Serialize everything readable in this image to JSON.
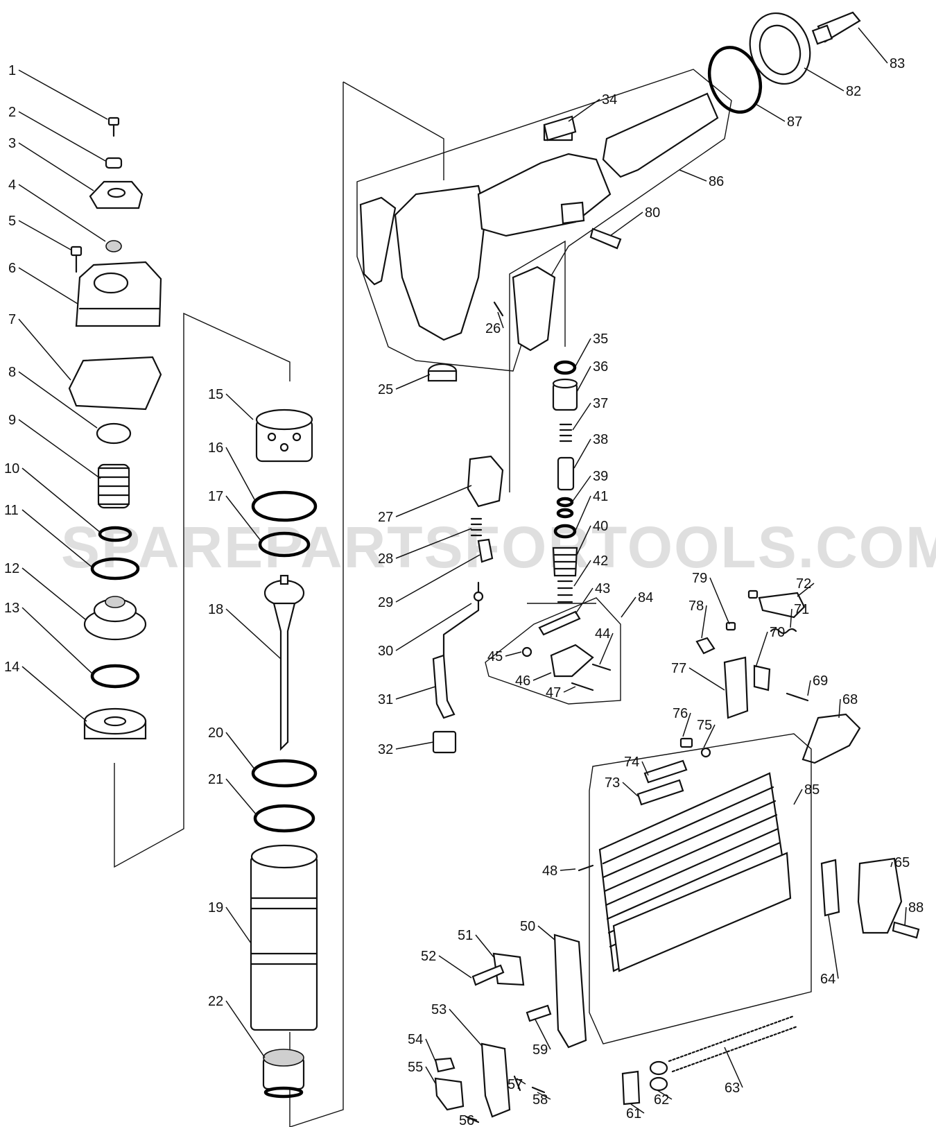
{
  "watermark": "SPAREPARTSFORTOOLS.COM.AU",
  "callouts": [
    "1",
    "2",
    "3",
    "4",
    "5",
    "6",
    "7",
    "8",
    "9",
    "10",
    "11",
    "12",
    "13",
    "14",
    "15",
    "16",
    "17",
    "18",
    "19",
    "20",
    "21",
    "22",
    "25",
    "26",
    "27",
    "28",
    "29",
    "30",
    "31",
    "32",
    "34",
    "35",
    "36",
    "37",
    "38",
    "39",
    "40",
    "41",
    "42",
    "43",
    "44",
    "45",
    "46",
    "47",
    "48",
    "50",
    "51",
    "52",
    "53",
    "54",
    "55",
    "56",
    "57",
    "58",
    "59",
    "61",
    "62",
    "63",
    "64",
    "65",
    "68",
    "69",
    "70",
    "71",
    "72",
    "73",
    "74",
    "75",
    "76",
    "77",
    "78",
    "79",
    "80",
    "82",
    "83",
    "84",
    "85",
    "86",
    "87",
    "88"
  ]
}
